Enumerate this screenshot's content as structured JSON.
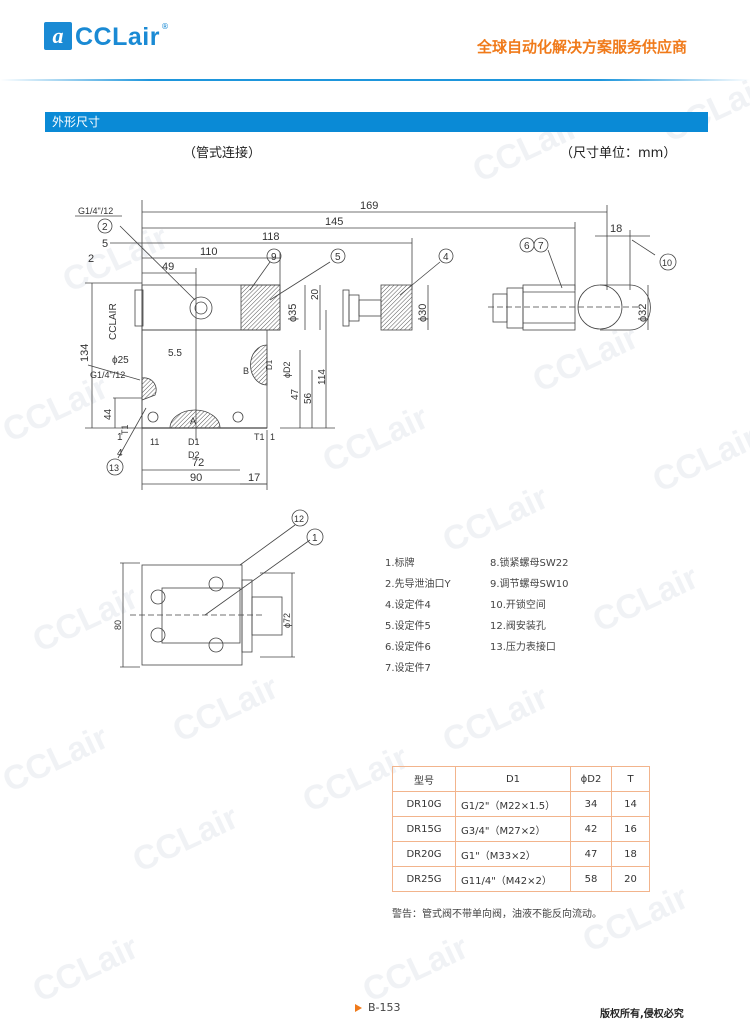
{
  "header": {
    "logo_mark": "a",
    "logo_text": "CCLair",
    "logo_reg": "®",
    "slogan": "全球自动化解决方案服务供应商",
    "accent_color": "#0a8ad6",
    "slogan_color": "#f07a1a"
  },
  "watermark": "CCLair",
  "section": {
    "title": "外形尺寸",
    "connection": "（管式连接）",
    "unit": "（尺寸单位：mm）"
  },
  "drawing": {
    "top_dims": {
      "d169": "169",
      "d145": "145",
      "d118": "118",
      "d110": "110",
      "d49": "49",
      "d5": "5",
      "d2": "2",
      "d18": "18"
    },
    "port_label_top": "G1/4\"/12",
    "port_label_side": "G1/4\"/12",
    "phi25": "ϕ25",
    "body_mark": "CCLAIR",
    "left_dims": {
      "d134": "134",
      "d44": "44",
      "t1": "T1",
      "d1": "1",
      "d4": "4"
    },
    "inner_dims": {
      "d5_5": "5.5",
      "port_a": "A",
      "port_b": "B",
      "d1_label": "D1",
      "d2_label": "D2",
      "d11": "11"
    },
    "bottom_dims": {
      "d72": "72",
      "d90": "90",
      "d17": "17",
      "t1": "T1",
      "d1": "1"
    },
    "right_dims": {
      "phi35": "ϕ35",
      "d20": "20",
      "phiD2": "ϕD2",
      "d1v": "D1",
      "d47": "47",
      "d56": "56",
      "d114": "114",
      "phi30": "ϕ30",
      "phi32": "ϕ32"
    },
    "callouts": {
      "c2": "2",
      "c9": "9",
      "c5": "5",
      "c4": "4",
      "c6": "6",
      "c7": "7",
      "c10": "10",
      "c13": "13",
      "c12": "12",
      "c1": "1"
    },
    "side_view": {
      "d80": "80",
      "phi72": "ϕ72"
    }
  },
  "legend": {
    "col1": [
      "1.标牌",
      "2.先导泄油口Y",
      "4.设定件4",
      "5.设定件5",
      "6.设定件6",
      "7.设定件7"
    ],
    "col2": [
      "8.锁紧螺母SW22",
      "9.调节螺母SW10",
      "10.开锁空间",
      "12.阀安装孔",
      "13.压力表接口"
    ]
  },
  "table": {
    "headers": [
      "型号",
      "D1",
      "ϕD2",
      "T"
    ],
    "rows": [
      [
        "DR10G",
        "G1/2\"（M22×1.5）",
        "34",
        "14"
      ],
      [
        "DR15G",
        "G3/4\"（M27×2）",
        "42",
        "16"
      ],
      [
        "DR20G",
        "G1\"（M33×2）",
        "47",
        "18"
      ],
      [
        "DR25G",
        "G11/4\"（M42×2）",
        "58",
        "20"
      ]
    ],
    "border_color": "#f2b48c"
  },
  "warning": "警告：管式阀不带单向阀，油液不能反向流动。",
  "footer": {
    "page": "B-153",
    "copyright": "版权所有,侵权必究"
  }
}
